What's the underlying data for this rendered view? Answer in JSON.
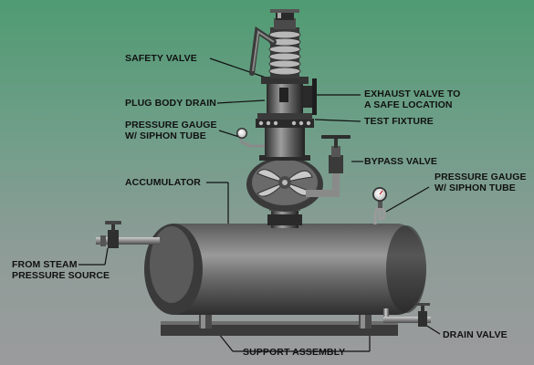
{
  "labels": {
    "safety_valve": "SAFETY VALVE",
    "plug_body_drain": "PLUG BODY DRAIN",
    "pressure_gauge_left_1": "PRESSURE GAUGE",
    "pressure_gauge_left_2": "W/ SIPHON TUBE",
    "exhaust_valve_1": "EXHAUST VALVE TO",
    "exhaust_valve_2": "A SAFE LOCATION",
    "test_fixture": "TEST FIXTURE",
    "bypass_valve": "BYPASS VALVE",
    "accumulator": "ACCUMULATOR",
    "pressure_gauge_right_1": "PRESSURE GAUGE",
    "pressure_gauge_right_2": "W/ SIPHON TUBE",
    "from_steam_1": "FROM STEAM",
    "from_steam_2": "PRESSURE SOURCE",
    "drain_valve": "DRAIN VALVE",
    "support_assembly": "SUPPORT ASSEMBLY"
  },
  "colors": {
    "background_top": "#4f9b72",
    "background_bottom": "#9b9b9d",
    "metal_dark": "#2b2b2b",
    "metal_light": "#a8a8a8",
    "label_text": "#111111"
  }
}
